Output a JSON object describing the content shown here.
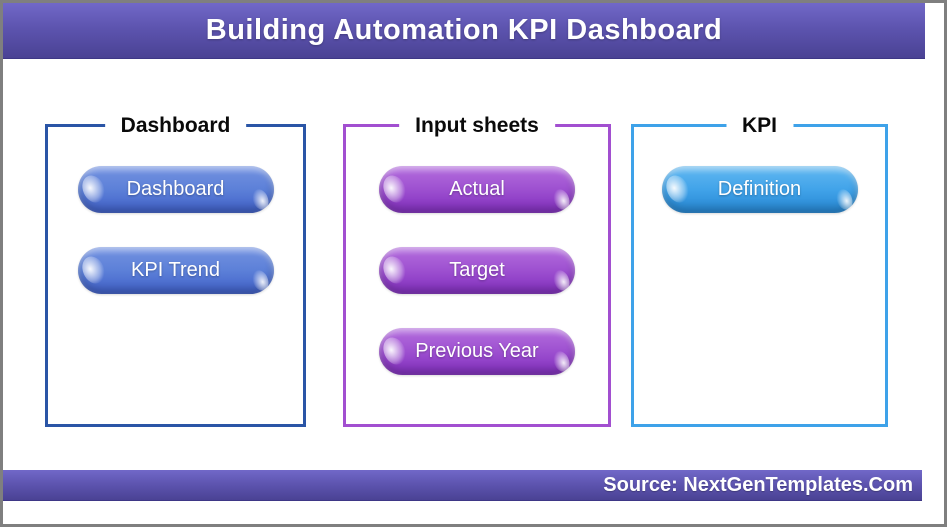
{
  "header": {
    "title": "Building Automation KPI Dashboard"
  },
  "footer": {
    "source": "Source: NextGenTemplates.Com"
  },
  "sections": [
    {
      "title": "Dashboard",
      "accent_color": "#2A55A6",
      "button_color": "#5C80D8",
      "buttons": [
        "Dashboard",
        "KPI Trend"
      ]
    },
    {
      "title": "Input sheets",
      "accent_color": "#A24FD0",
      "button_color": "#9D50D0",
      "buttons": [
        "Actual",
        "Target",
        "Previous Year"
      ]
    },
    {
      "title": "KPI",
      "accent_color": "#3EA2E9",
      "button_color": "#41A3E9",
      "buttons": [
        "Definition"
      ]
    }
  ],
  "colors": {
    "banner_gradient_top": "#7168C8",
    "banner_gradient_bottom": "#4A4294",
    "outer_border": "#7F7F7F",
    "canvas_background": "#FFFFFF",
    "banner_text": "#FFFFFF",
    "section_title_text": "#0A0A0A",
    "pill_text": "#FFFFFF"
  }
}
